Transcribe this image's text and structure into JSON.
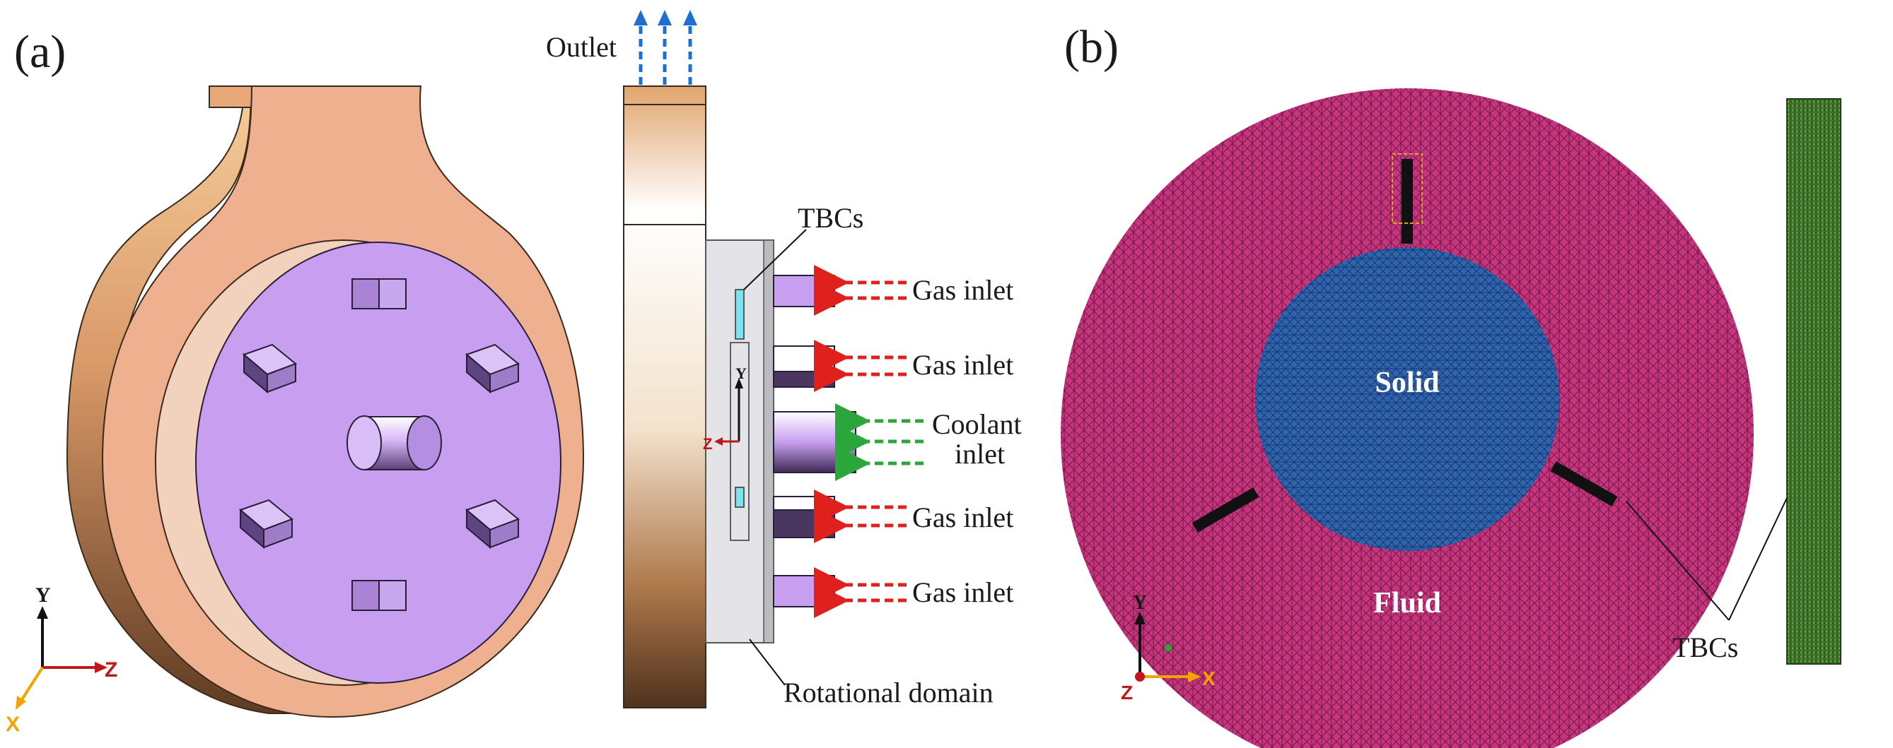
{
  "panel_a": {
    "panel_label": "(a)",
    "outlet_label": "Outlet",
    "tbcs_label": "TBCs",
    "gas_inlet_labels": [
      "Gas inlet",
      "Gas inlet",
      "Gas inlet",
      "Gas inlet"
    ],
    "coolant_inlet_label_line1": "Coolant",
    "coolant_inlet_label_line2": "inlet",
    "rotational_domain_label": "Rotational domain",
    "axes_3d": {
      "y": "Y",
      "z": "Z",
      "x": "X"
    },
    "axes_small": {
      "y": "Y",
      "z": "Z"
    }
  },
  "panel_b": {
    "panel_label": "(b)",
    "solid_label": "Solid",
    "fluid_label": "Fluid",
    "tbcs_label": "TBCs",
    "axes": {
      "y": "Y",
      "z": "Z",
      "x": "X"
    }
  },
  "colors": {
    "housing": "#eeb08e",
    "housing_shadow": "#7a5233",
    "disc": "#c89ef0",
    "disc_dark": "#4a3660",
    "fluid_mesh": "#c8357f",
    "solid_mesh": "#2f64b0",
    "tbc_mesh": "#3f7a2a",
    "gas_arrow": "#e0201c",
    "coolant_arrow": "#2aa63a",
    "outlet_arrow": "#1f6fd0"
  }
}
